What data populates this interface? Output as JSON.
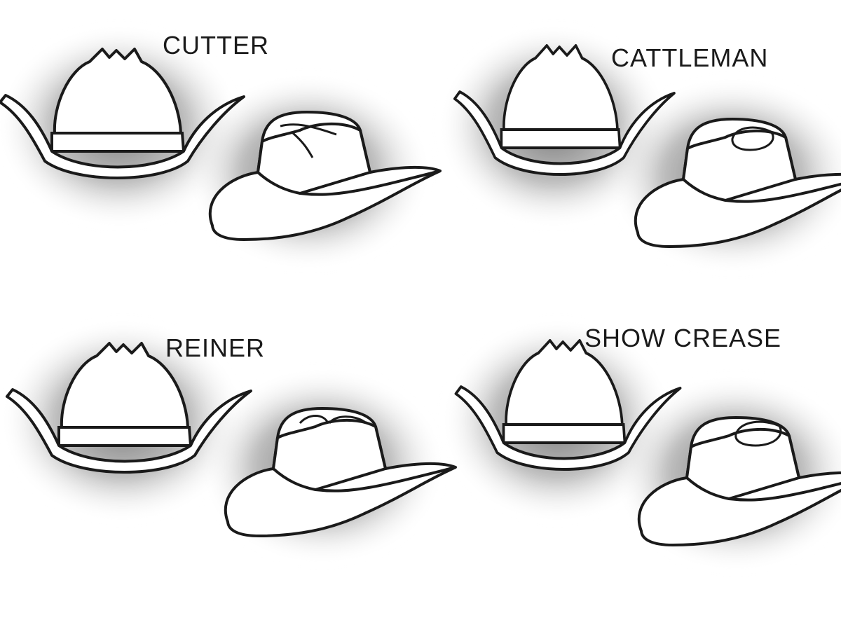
{
  "styles": [
    {
      "name": "CUTTER"
    },
    {
      "name": "CATTLEMAN"
    },
    {
      "name": "REINER"
    },
    {
      "name": "SHOW CREASE"
    }
  ],
  "colors": {
    "background": "#ffffff",
    "ink": "#1a1a1a",
    "shadow": "#7a7a7a"
  }
}
